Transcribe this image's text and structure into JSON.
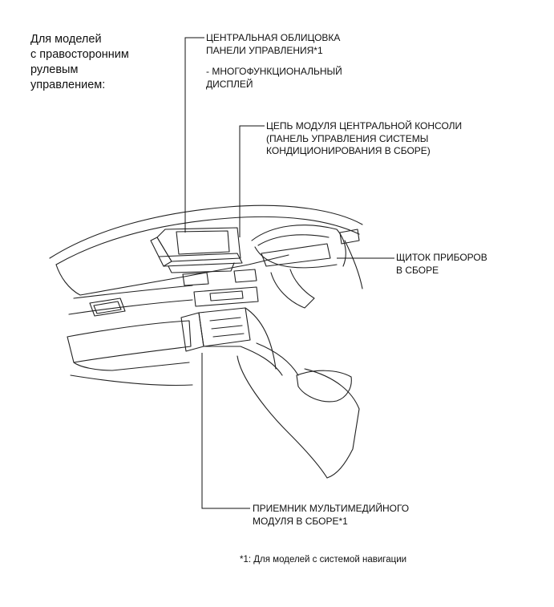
{
  "heading": {
    "lines": [
      "Для моделей",
      "с правосторонним",
      "рулевым",
      "управлением:"
    ]
  },
  "labels": {
    "center_panel": [
      "ЦЕНТРАЛЬНАЯ ОБЛИЦОВКА",
      "ПАНЕЛИ УПРАВЛЕНИЯ*1"
    ],
    "display": [
      "- МНОГОФУНКЦИОНАЛЬНЫЙ",
      "ДИСПЛЕЙ"
    ],
    "console_circuit": [
      "ЦЕПЬ МОДУЛЯ ЦЕНТРАЛЬНОЙ КОНСОЛИ",
      "(ПАНЕЛЬ УПРАВЛЕНИЯ СИСТЕМЫ",
      "КОНДИЦИОНИРОВАНИЯ В СБОРЕ)"
    ],
    "instrument_cluster": [
      "ЩИТОК ПРИБОРОВ",
      "В СБОРЕ"
    ],
    "receiver": [
      "ПРИЕМНИК МУЛЬТИМЕДИЙНОГО",
      "МОДУЛЯ В СБОРЕ*1"
    ]
  },
  "footnote": "*1: Для моделей с системой навигации"
}
